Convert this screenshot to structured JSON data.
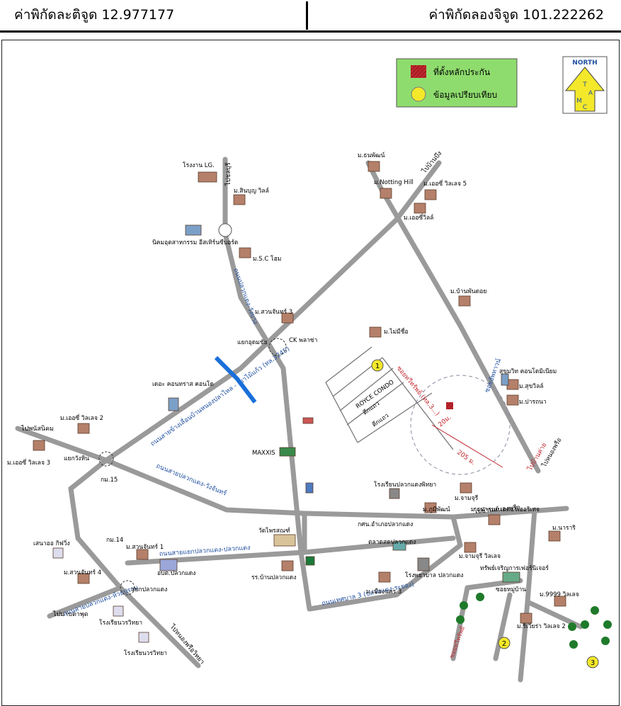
{
  "header": {
    "lat_label": "ค่าพิกัดละติจูด 12.977177",
    "lng_label": "ค่าพิกัดลองจิจูด 101.222262"
  },
  "legend": {
    "site_label": "ที่ตั้งหลักประกัน",
    "compare_label": "ข้อมูลเปรียบเทียบ"
  },
  "north": {
    "label": "NORTH",
    "letters": [
      "T",
      "A",
      "M",
      "C"
    ]
  },
  "roads": {
    "r3245": "ถนนสายข้างเลื่อนบ้านหนองปลาไหล - เขาไม้แก้ว (ทล.3245)",
    "pluakdaeng_north": "ถนนปลวกแดง-วังบาง",
    "pluakdaeng_wangchan": "ถนนสายปลวกแดง-วังจันทร์",
    "pluakdaeng_main": "ถนนสายแยกปลวกแดง-ปลวกแดง",
    "sukhumvit": "ถนนสายปลวกแดง-ห้วยปราบ",
    "r3_pluakdaeng": "ถนนเทศบาล 3 (ปลวกแดง-ระยอง)",
    "nongprue": "ไปบ้านหนองพรือ",
    "soi_thaveesap": "ซอยทวีทรัพย์ (ทล.3...)",
    "uptown": "ซอยอัพทาวน์"
  },
  "directions": {
    "bang_na": "ไปชลบุรี",
    "ban_bueng": "ไปบ้านบึง",
    "phanat": "ไปพนัสนิคม",
    "pluak_to_rayong": "ไปมาบตาพุด",
    "nong_pru": "ไปหนองพรือวิทยา",
    "to_ban_khai": "ไปบ้านค่าย"
  },
  "places": {
    "lg": "โรงงาน LG.",
    "sinbun": "ม.สินบุญ วิลล์",
    "eastern_seaboard": "นิคมอุตสาหกรรม อีสเทิร์นซีบอร์ด",
    "sc_home": "ม.S.C โฮม",
    "thanaphat": "ม.ธนพัฒน์",
    "notting_hill": "ม.Notting Hill",
    "easy_ville5": "ม.เออซี่ วิลเลจ 5",
    "easy_ville": "ม.เออซี่วิลล์",
    "suan_chan3": "ม.สวนจันทร์ 3",
    "ck_plaza": "CK พลาซ่า",
    "yaek": "แยกอุดมชัย",
    "ban_phan": "ม.บ้านพันดอย",
    "mobile": "ม.ไม่มีชื่อ",
    "the_condo": "เดอะ คอนทราส คอนโด",
    "easy_ville2": "ม.เออซี่ วิลเลจ 2",
    "easy_ville3": "ม.เออซี่ วิลเลจ 3",
    "yaek_krang": "แยกวังหิน",
    "km15": "กม.15",
    "maxxis": "MAXXIS",
    "royce_condo": "ROYCE CONDO",
    "ap1": "ตึกแถว",
    "ap2": "ตึกแถว",
    "sun_condo": "สุขุมวิท คอนโดมิเนียม",
    "sukhum_ville": "ม.สุขวิลล์",
    "pracha": "ม.ปารถนา",
    "school_pluak": "โรงเรียนปลวกแดงพิทยา",
    "chamchuri": "ม.จามจุรี",
    "phumiphat": "ม.ภูมิพัฒน์",
    "thanaphon": "ม.ธนารมย์ เดคอร์เฮอริเทจ",
    "market": "ตลาดสดปลวกแดง",
    "hospital": "โรงพยาบาล ปลวกแดง",
    "office": "กศน.อำเภอปลวกแดง",
    "temple": "วัดไพรสณฑ์",
    "school_ban": "รร.บ้านปลวกแดง",
    "muang": "ม.เมืองนคร 3",
    "naran": "ม.นาราริ",
    "chamchuri_village": "ม.จามจุรี วิลเลจ",
    "kasem": "ทรัพย์เจริญการเฟอร์นิเจอร์",
    "m9999": "ม.9999 วิลเลจ",
    "rivierra": "ม.ริเวียร่า วิลเลจ 2",
    "km14": "กม.14",
    "suan_chan1": "ม.สวนจันทร์ 1",
    "sena_kit": "เสนาออ กิฟวิ่ง",
    "suan_chan4": "ม.สวนจันทร์ 4",
    "abt": "อบต.ปลวกแดง",
    "yaek_pluak": "แยกปลวกแดง",
    "school_wittaya": "โรงเรียนวรวิทยา",
    "school_wittaya2": "โรงเรียนวรวิทยา",
    "ban_nong": "ไปหนองพรือ",
    "soi_road": "ซอยหมู่บ้าน",
    "road_block": "ซอยทวีทรัพย์"
  },
  "distances": {
    "d1": "20ม.",
    "d2": "205 ม."
  },
  "markers": [
    "1",
    "2",
    "3"
  ],
  "colors": {
    "road": "#9a9a9a",
    "text_blue": "#1f4fa0",
    "text_red": "#c0262d",
    "legend_bg": "#8fdc6e",
    "site": "#c0262d",
    "compare": "#f3e82a"
  }
}
